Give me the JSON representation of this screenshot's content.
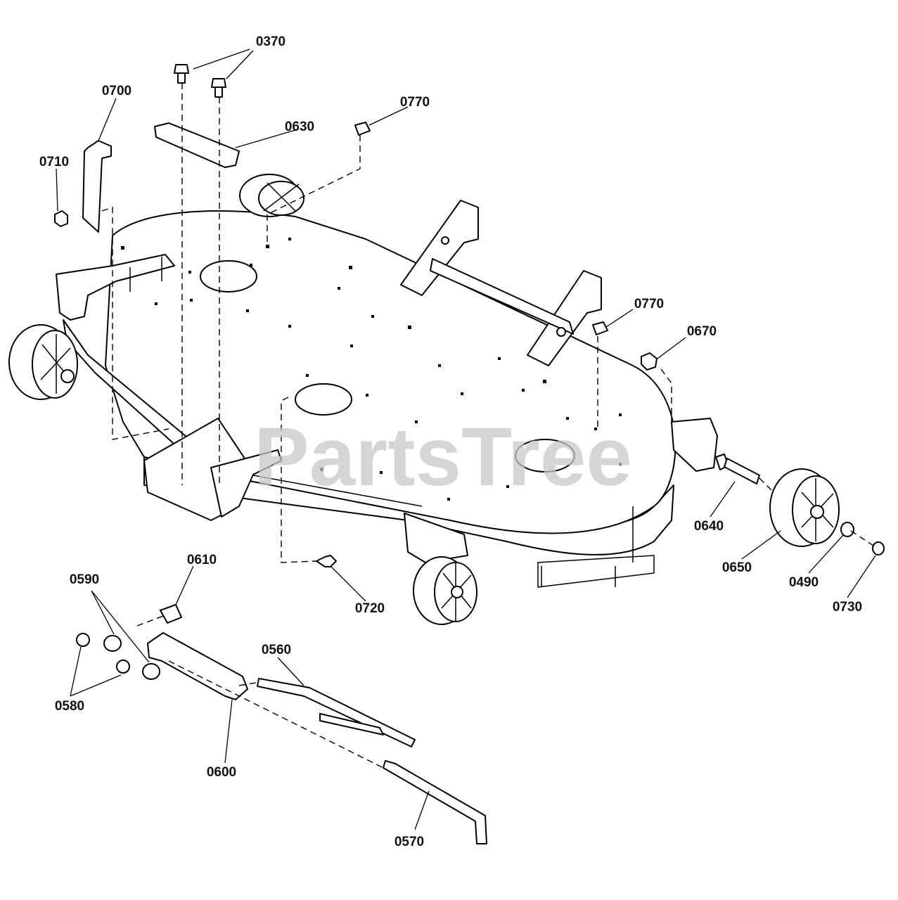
{
  "watermark": "PartsTree",
  "callouts": [
    "0370",
    "0700",
    "0630",
    "0770",
    "0710",
    "0770",
    "0670",
    "0640",
    "0650",
    "0490",
    "0730",
    "0610",
    "0590",
    "0720",
    "0560",
    "0580",
    "0600",
    "0570"
  ]
}
